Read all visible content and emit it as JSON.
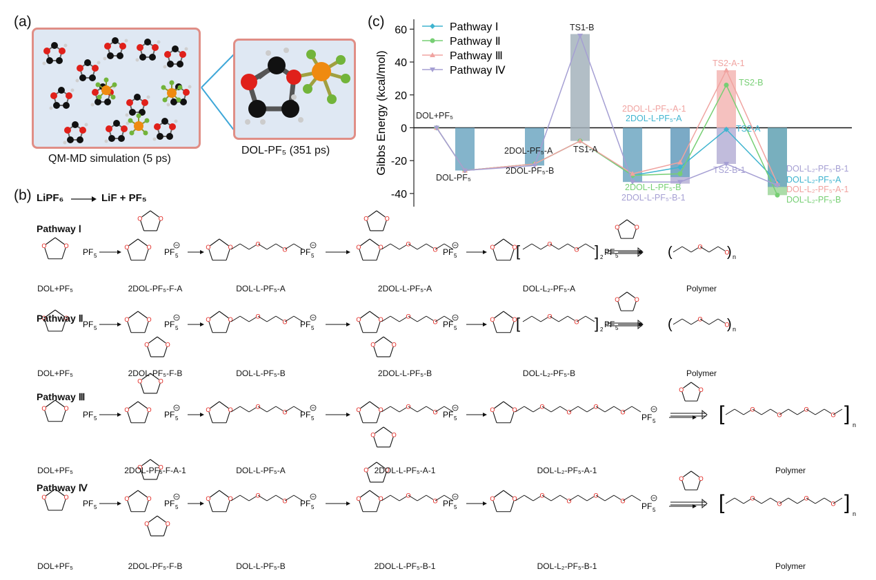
{
  "panel_a": {
    "label": "(a)",
    "sim_caption": "QM-MD simulation (5 ps)",
    "zoom_caption": "DOL-PF₅ (351 ps)"
  },
  "panel_b": {
    "label": "(b)",
    "reaction": {
      "reactant": "LiPF₆",
      "products": "LiF + PF₅"
    },
    "pathways": [
      {
        "title": "Pathway Ⅰ",
        "steps": [
          "DOL+PF₅",
          "2DOL-PF₅-F-A",
          "DOL-L-PF₅-A",
          "2DOL-L-PF₅-A",
          "DOL-L₂-PF₅-A",
          "Polymer"
        ]
      },
      {
        "title": "Pathway Ⅱ",
        "steps": [
          "DOL+PF₅",
          "2DOL-PF₅-F-B",
          "DOL-L-PF₅-B",
          "2DOL-L-PF₅-B",
          "DOL-L₂-PF₅-B",
          "Polymer"
        ]
      },
      {
        "title": "Pathway Ⅲ",
        "steps": [
          "DOL+PF₅",
          "2DOL-PF₅-F-A-1",
          "DOL-L-PF₅-A",
          "2DOL-L-PF₅-A-1",
          "DOL-L₂-PF₅-A-1",
          "Polymer"
        ]
      },
      {
        "title": "Pathway Ⅳ",
        "steps": [
          "DOL+PF₅",
          "2DOL-PF₅-F-B",
          "DOL-L-PF₅-B",
          "2DOL-L-PF₅-B-1",
          "DOL-L₂-PF₅-B-1",
          "Polymer"
        ]
      }
    ]
  },
  "chart_data": {
    "type": "line",
    "panel_label": "(c)",
    "ylabel": "Gibbs Energy (kcal/mol)",
    "xlabel": "",
    "ylim": [
      -48,
      66
    ],
    "yticks": [
      -40,
      -20,
      0,
      20,
      40,
      60
    ],
    "categories": [
      "DOL+PF₅",
      "DOL-PF₅",
      "2DOL-PF₅",
      "TS1",
      "2DOL-L-PF₅",
      "DOL-L-PF₅",
      "TS2",
      "DOL-L₂-PF₅"
    ],
    "bars": [
      {
        "category": 1,
        "value": -26,
        "color": "#6fa7c2"
      },
      {
        "category": 2,
        "value": -23,
        "color": "#6fa7c2"
      },
      {
        "category": 3,
        "value": 57,
        "color": "#a4b3bc"
      },
      {
        "category": 3,
        "value": -8,
        "color": "#a4b3bc"
      },
      {
        "category": 4,
        "value": -33,
        "color": "#6fa7c2"
      },
      {
        "category": 5,
        "value": -34,
        "color": "#b6b0d6"
      },
      {
        "category": 5,
        "value": -30,
        "color": "#6fa7c2"
      },
      {
        "category": 6,
        "value": 35,
        "color": "#f3b6b4"
      },
      {
        "category": 6,
        "value": -22,
        "color": "#b6b0d6"
      },
      {
        "category": 7,
        "value": -41,
        "color": "#9dd69a"
      },
      {
        "category": 7,
        "value": -36,
        "color": "#6fa7c2"
      }
    ],
    "series": [
      {
        "name": "Pathway Ⅰ",
        "color": "#3fb4cf",
        "marker": "diamond",
        "values": [
          0,
          -26,
          -22,
          -8,
          -29,
          -24,
          -1,
          -33
        ]
      },
      {
        "name": "Pathway Ⅱ",
        "color": "#77cf74",
        "marker": "circle",
        "values": [
          0,
          -26,
          -22,
          -8,
          -29,
          -28,
          26,
          -41
        ]
      },
      {
        "name": "Pathway Ⅲ",
        "color": "#f0a3a0",
        "marker": "triangle-up",
        "values": [
          0,
          -26,
          -22,
          -8,
          -28,
          -21,
          35,
          -34
        ]
      },
      {
        "name": "Pathway Ⅳ",
        "color": "#a59fd3",
        "marker": "triangle-down",
        "values": [
          0,
          -26,
          -23,
          56,
          -33,
          -33,
          -22,
          -35
        ]
      }
    ],
    "annotations": [
      {
        "text": "DOL+PF₅",
        "color": "#222"
      },
      {
        "text": "DOL-PF₅",
        "color": "#222"
      },
      {
        "text": "2DOL-PF₅-A",
        "color": "#222"
      },
      {
        "text": "2DOL-PF₅-B",
        "color": "#222"
      },
      {
        "text": "TS1-B",
        "color": "#222"
      },
      {
        "text": "TS1-A",
        "color": "#222"
      },
      {
        "text": "2DOL-L-PF₅-A-1",
        "color": "#f0a3a0"
      },
      {
        "text": "2DOL-L-PF₅-A",
        "color": "#3fb4cf"
      },
      {
        "text": "2DOL-L-PF₅-B",
        "color": "#77cf74"
      },
      {
        "text": "2DOL-L-PF₅-B-1",
        "color": "#a59fd3"
      },
      {
        "text": "TS2-A-1",
        "color": "#f0a3a0"
      },
      {
        "text": "TS2-B",
        "color": "#77cf74"
      },
      {
        "text": "TS2-A",
        "color": "#3fb4cf"
      },
      {
        "text": "TS2-B-1",
        "color": "#a59fd3"
      },
      {
        "text": "DOL-L₂-PF₅-B-1",
        "color": "#a59fd3"
      },
      {
        "text": "DOL-L₂-PF₅-A",
        "color": "#3fb4cf"
      },
      {
        "text": "DOL-L₂-PF₅-A-1",
        "color": "#f0a3a0"
      },
      {
        "text": "DOL-L₂-PF₅-B",
        "color": "#77cf74"
      }
    ],
    "legend_position": "top-left"
  },
  "colors": {
    "oxygen": "#e0201a",
    "carbon": "#111111",
    "phosphorus": "#ef8a10",
    "fluorine": "#72b43a",
    "hydrogen": "#cfcfcf",
    "frame": "#e08e86",
    "connector": "#3ea7d8"
  },
  "icons": [
    "dol-ring-icon",
    "reaction-arrow-icon",
    "double-arrow-icon",
    "molecule-ball-icon"
  ]
}
